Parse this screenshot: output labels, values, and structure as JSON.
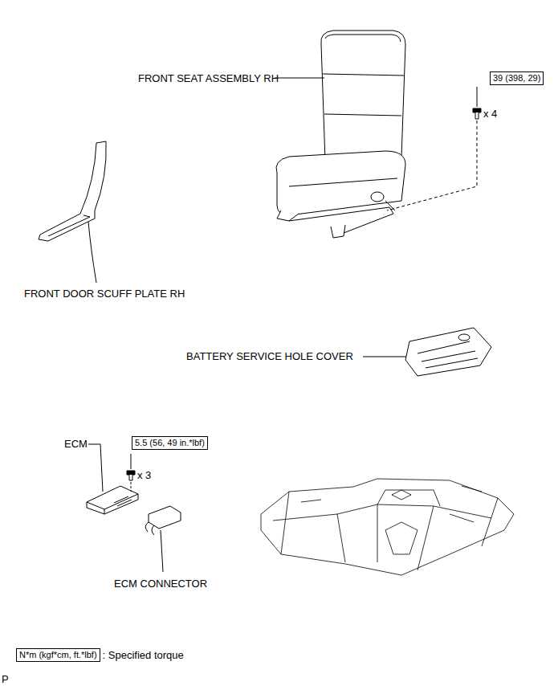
{
  "diagram": {
    "nodes": [
      {
        "text": [
          "39 (398, 29)"
        ]
      },
      {
        "text": [
          "5.5 (56, 49 in.*lbf)"
        ]
      },
      {
        "text": [
          "N*m (kgf*cm, ft.*lbf)"
        ]
      }
    ],
    "labels": [
      "FRONT SEAT ASSEMBLY RH",
      "x 4",
      "FRONT DOOR SCUFF PLATE RH",
      "BATTERY SERVICE HOLE COVER",
      "ECM",
      "x 3",
      "ECM CONNECTOR",
      ": Specified torque",
      "P"
    ]
  }
}
